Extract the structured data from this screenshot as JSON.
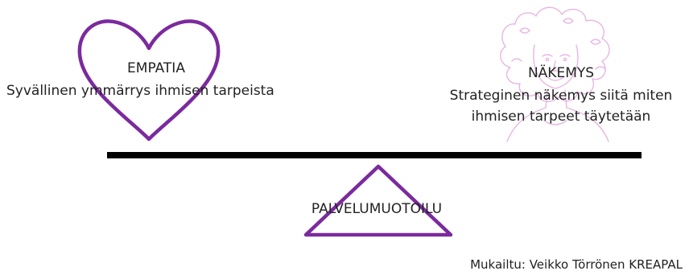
{
  "empathy": {
    "title": "EMPATIA",
    "description": "Syvällinen ymmärrys ihmisen tarpeista",
    "shape": "heart-outline",
    "color": "#7b2a9e"
  },
  "vision": {
    "title": "NÄKEMYS",
    "description_line1": "Strateginen näkemys siitä miten",
    "description_line2": "ihmisen tarpeet täytetään",
    "illustration": "faint pink line drawing of a person with curly hair",
    "illustration_color": "#e7b6e3"
  },
  "fulcrum": {
    "label": "PALVELUMUOTOILU",
    "shape": "triangle-outline",
    "color": "#7b2a9e"
  },
  "beam": {
    "color": "#000000"
  },
  "credit": "Mukailtu: Veikko Törrönen KREAPAL"
}
